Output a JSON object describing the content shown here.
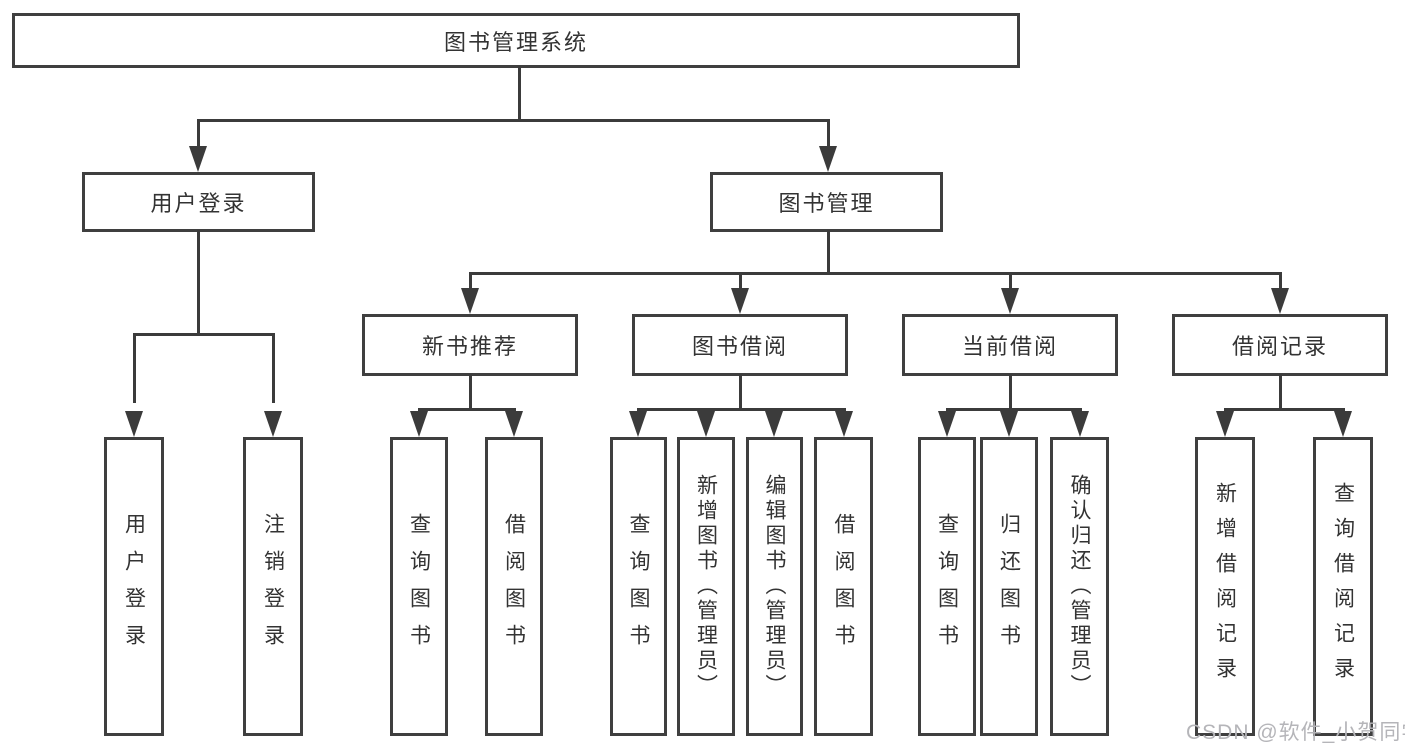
{
  "diagram_title": "图书管理系统",
  "tree": {
    "label": "图书管理系统",
    "children": [
      {
        "label": "用户登录",
        "children": [
          {
            "label": "用户登录"
          },
          {
            "label": "注销登录"
          }
        ]
      },
      {
        "label": "图书管理",
        "children": [
          {
            "label": "新书推荐",
            "children": [
              {
                "label": "查询图书"
              },
              {
                "label": "借阅图书"
              }
            ]
          },
          {
            "label": "图书借阅",
            "children": [
              {
                "label": "查询图书"
              },
              {
                "label": "新增图书（管理员）"
              },
              {
                "label": "编辑图书（管理员）"
              },
              {
                "label": "借阅图书"
              }
            ]
          },
          {
            "label": "当前借阅",
            "children": [
              {
                "label": "查询图书"
              },
              {
                "label": "归还图书"
              },
              {
                "label": "确认归还（管理员）"
              }
            ]
          },
          {
            "label": "借阅记录",
            "children": [
              {
                "label": "新增借阅记录"
              },
              {
                "label": "查询借阅记录"
              }
            ]
          }
        ]
      }
    ]
  },
  "watermark": {
    "text": "CSDN @软件_小贺同学"
  },
  "colors": {
    "line": "#3b3b3b",
    "border": "#3f3f3f",
    "text": "#333333",
    "background": "#ffffff",
    "watermark": "#b5b5b9"
  }
}
